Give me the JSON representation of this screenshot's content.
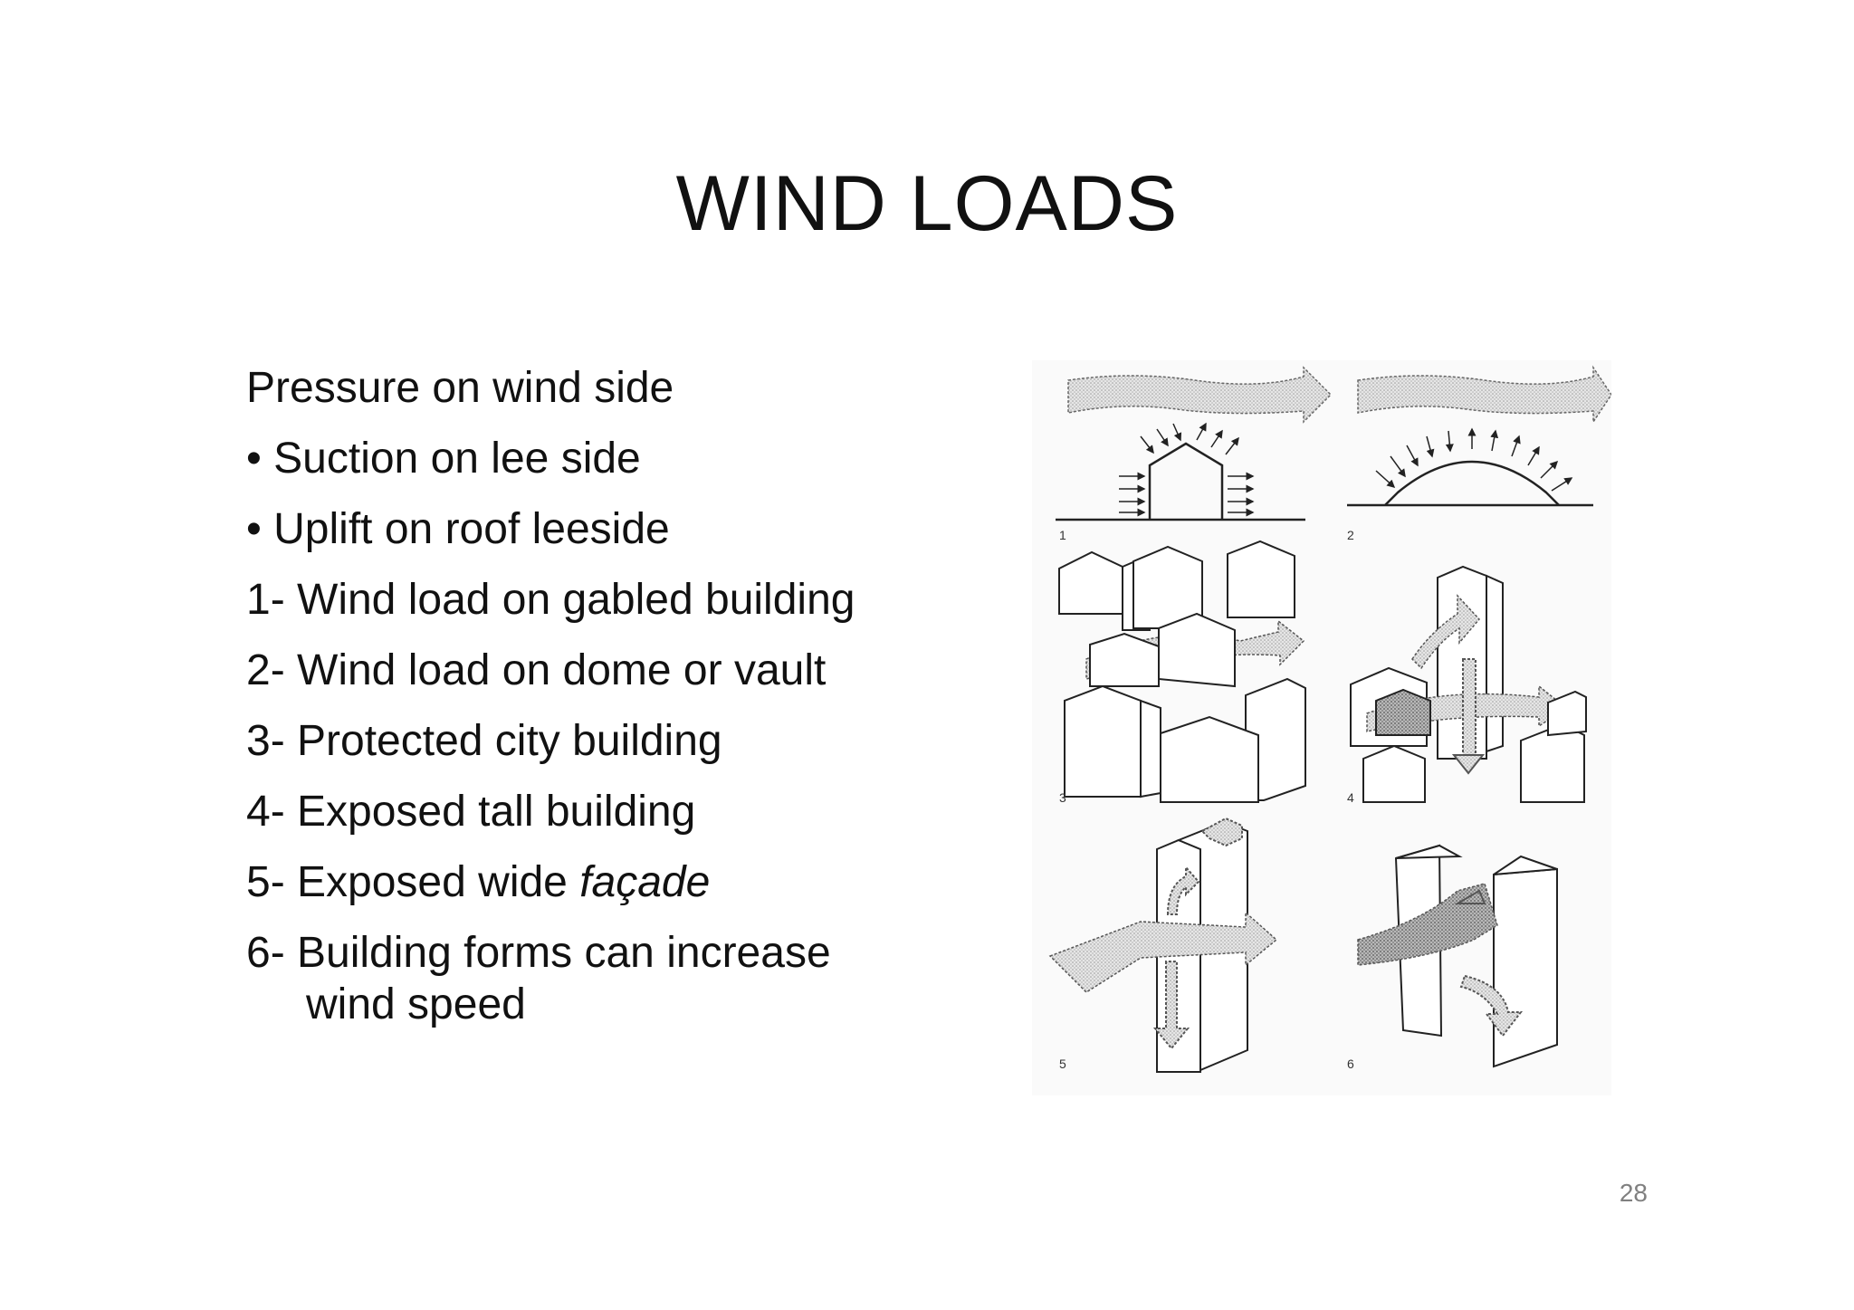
{
  "slide": {
    "title": "WIND LOADS",
    "page_number": "28"
  },
  "bullets": [
    "Pressure on wind side",
    "• Suction on lee side",
    "• Uplift on roof leeside",
    "1- Wind load on gabled building",
    "2- Wind load on dome or vault",
    "3- Protected city building",
    "4- Exposed tall building",
    "5- Exposed wide ",
    "6- Building forms can increase",
    "wind speed"
  ],
  "bullet_5_italic": "façade",
  "figure": {
    "panel_labels": [
      "1",
      "2",
      "3",
      "4",
      "5",
      "6"
    ]
  }
}
